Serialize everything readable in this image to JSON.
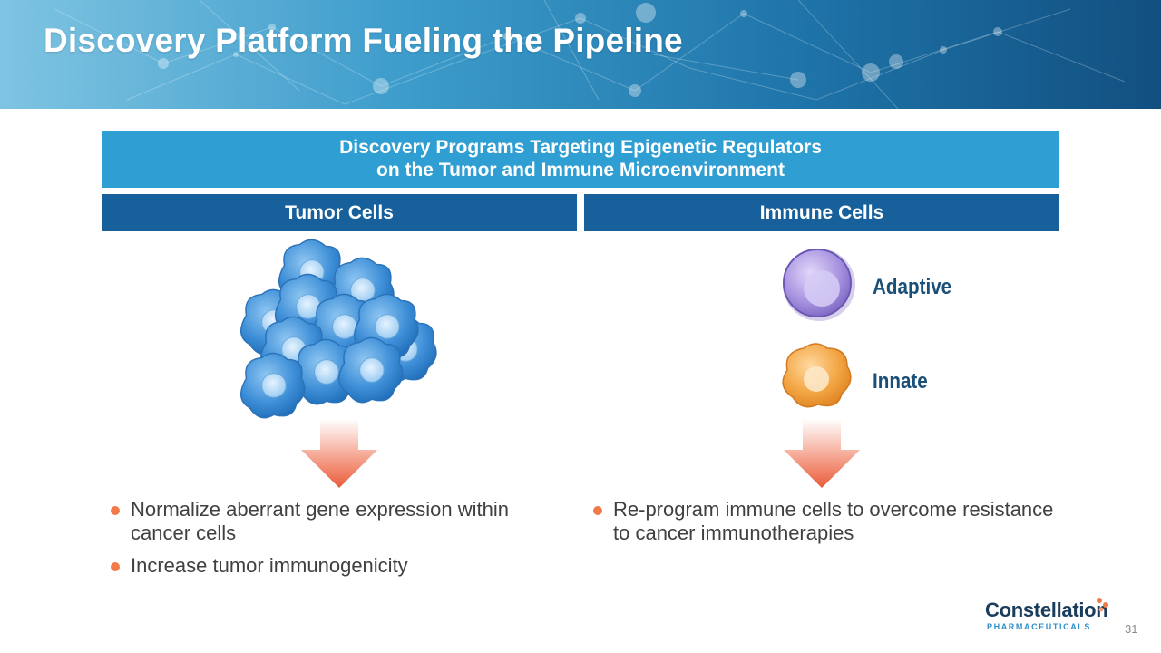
{
  "header": {
    "title": "Discovery Platform Fueling the Pipeline"
  },
  "banner": {
    "line1": "Discovery Programs Targeting Epigenetic Regulators",
    "line2": "on the Tumor and Immune Microenvironment"
  },
  "columns": {
    "left": {
      "header": "Tumor Cells",
      "bullets": [
        "Normalize aberrant gene expression within cancer cells",
        "Increase tumor immunogenicity"
      ]
    },
    "right": {
      "header": "Immune Cells",
      "cells": [
        "Adaptive",
        "Innate"
      ],
      "bullets": [
        "Re-program immune cells to overcome resistance to cancer immunotherapies"
      ]
    }
  },
  "logo": {
    "name": "Constellation",
    "sub": "PHARMACEUTICALS"
  },
  "page_number": "31",
  "colors": {
    "banner": "#2e9ed3",
    "column_header": "#17609b",
    "bullet": "#f07a4a",
    "tumor_cell": "#3d8fd6",
    "adaptive_cell": "#9b87d6",
    "innate_cell": "#f0a040",
    "arrow": "#ee6a4a"
  }
}
